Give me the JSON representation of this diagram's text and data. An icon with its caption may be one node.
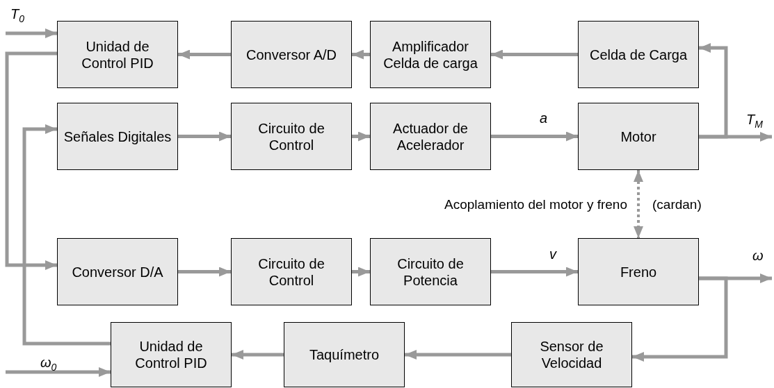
{
  "diagram": {
    "nodes": [
      {
        "text": [
          "Unidad de Control PID"
        ]
      },
      {
        "text": [
          "Conversor A/D"
        ]
      },
      {
        "text": [
          "Amplificador Celda de carga"
        ]
      },
      {
        "text": [
          "Celda de Carga"
        ]
      },
      {
        "text": [
          "Señales Digitales"
        ]
      },
      {
        "text": [
          "Circuito de Control"
        ]
      },
      {
        "text": [
          "Actuador de Acelerador"
        ]
      },
      {
        "text": [
          "Motor"
        ]
      },
      {
        "text": [
          "Conversor D/A"
        ]
      },
      {
        "text": [
          "Circuito de Control"
        ]
      },
      {
        "text": [
          "Circuito de Potencia"
        ]
      },
      {
        "text": [
          "Freno"
        ]
      },
      {
        "text": [
          "Unidad de Control PID"
        ]
      },
      {
        "text": [
          "Taquímetro"
        ]
      },
      {
        "text": [
          "Sensor de Velocidad"
        ]
      }
    ],
    "edges": [
      {
        "from": null,
        "to": 0,
        "arrow": "to",
        "label": "T$_{0}$"
      },
      {
        "from": 1,
        "to": 0,
        "arrow": "to"
      },
      {
        "from": 2,
        "to": 1,
        "arrow": "to"
      },
      {
        "from": 3,
        "to": 2,
        "arrow": "to"
      },
      {
        "from": 7,
        "to": 3,
        "arrow": "to"
      },
      {
        "from": 7,
        "to": null,
        "arrow": "to",
        "label": "T$_{M}$"
      },
      {
        "from": 0,
        "to": 8,
        "arrow": "to"
      },
      {
        "from": 4,
        "to": 5,
        "arrow": "to"
      },
      {
        "from": 5,
        "to": 6,
        "arrow": "to"
      },
      {
        "from": 6,
        "to": 7,
        "arrow": "to",
        "label": "a"
      },
      {
        "from": 7,
        "to": 11,
        "arrow": "both",
        "style": "dashed"
      },
      {
        "from": 8,
        "to": 9,
        "arrow": "to"
      },
      {
        "from": 9,
        "to": 10,
        "arrow": "to"
      },
      {
        "from": 10,
        "to": 11,
        "arrow": "to",
        "label": "v"
      },
      {
        "from": 11,
        "to": null,
        "arrow": "to",
        "label": "ω"
      },
      {
        "from": 11,
        "to": 14,
        "arrow": "to"
      },
      {
        "from": 14,
        "to": 13,
        "arrow": "to"
      },
      {
        "from": 13,
        "to": 12,
        "arrow": "to"
      },
      {
        "from": 12,
        "to": 4,
        "arrow": "to"
      },
      {
        "from": null,
        "to": 12,
        "arrow": "to",
        "label": "ω$_{0}$"
      }
    ],
    "labels": [
      "Acoplamiento del motor y freno",
      "(cardan)"
    ]
  }
}
